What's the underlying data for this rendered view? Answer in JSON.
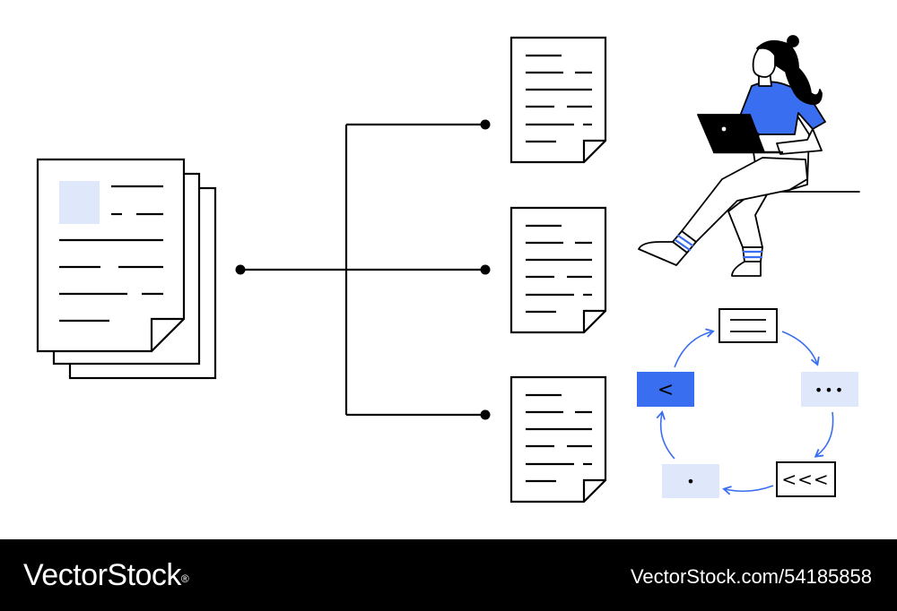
{
  "colors": {
    "ink": "#000000",
    "accent": "#3a6ef0",
    "accent_light": "#dfe8fb",
    "background": "#ffffff",
    "footer_bg": "#000000",
    "footer_text": "#ffffff"
  },
  "icons": {
    "source_document": "stacked-document-icon",
    "output_documents": "document-icon",
    "person": "woman-with-laptop",
    "cycle": "circular-workflow-arrows"
  },
  "cycle": {
    "left_symbol": "<",
    "right_symbol": "•••",
    "bottom_right_symbol": "<<<",
    "bottom_left_symbol": "•"
  },
  "footer": {
    "brand": "VectorStock",
    "registered_mark": "®",
    "image_id": "VectorStock.com/54185858"
  }
}
